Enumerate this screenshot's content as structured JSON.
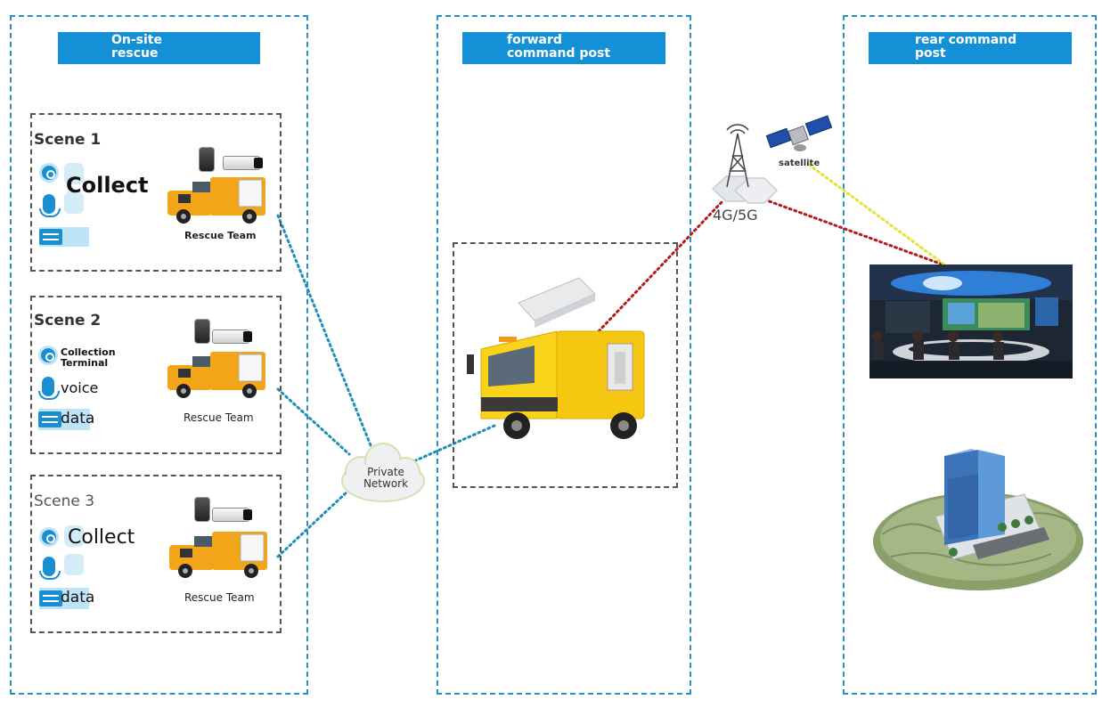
{
  "columns": {
    "onsite": {
      "title_line1": "On-site",
      "title_line2": "rescue"
    },
    "forward": {
      "title_line1": "forward",
      "title_line2": "command post"
    },
    "rear": {
      "title_line1": "rear command",
      "title_line2": "post"
    }
  },
  "scenes": [
    {
      "title": "Scene 1",
      "main_label": "Collect",
      "team_label": "Rescue Team"
    },
    {
      "title": "Scene 2",
      "terminal_label": "Collection Terminal",
      "voice_label": "voice",
      "data_label": "data",
      "team_label": "Rescue Team"
    },
    {
      "title": "Scene 3",
      "main_label": "Collect",
      "data_label": "data",
      "team_label": "Rescue Team"
    }
  ],
  "network": {
    "private_label": "Private Network",
    "cellular_label": "4G/5G",
    "satellite_label": "satellite"
  },
  "colors": {
    "column_border": "#2a8fc4",
    "header_bg": "#1490d6",
    "link_private": "#1f8fb8",
    "link_cellular": "#b31c1c",
    "link_satellite": "#e6e23a"
  }
}
